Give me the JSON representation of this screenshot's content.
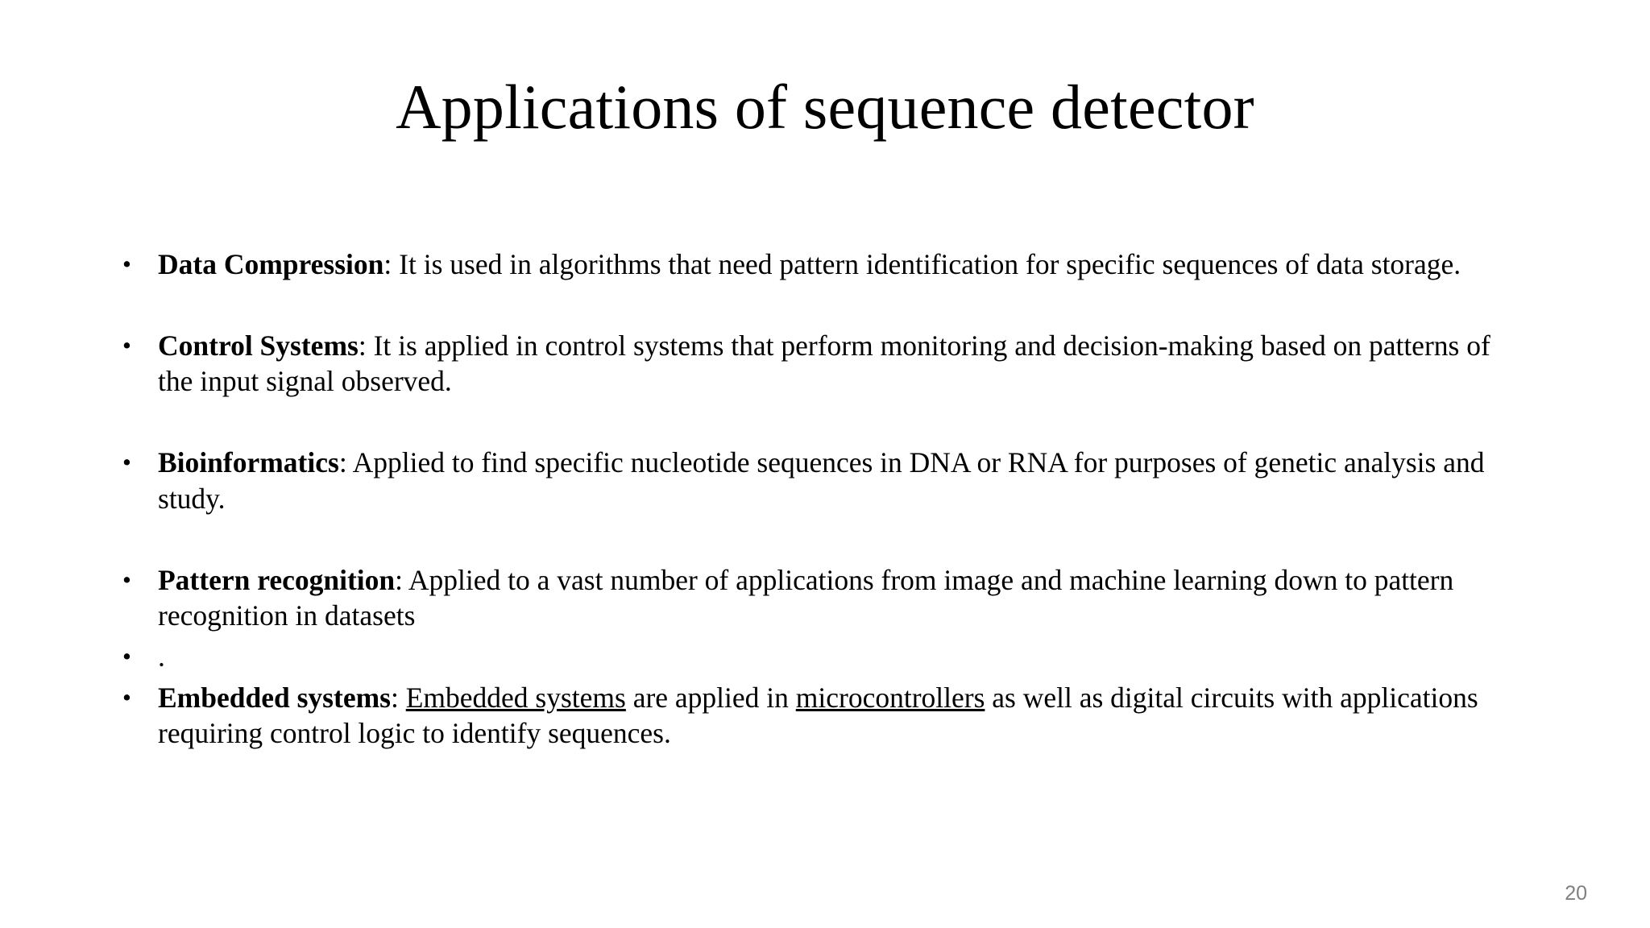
{
  "slide": {
    "title": "Applications of sequence detector",
    "page_number": "20",
    "background_color": "#ffffff",
    "text_color": "#000000",
    "page_number_color": "#7f7f7f",
    "bullet_glyph": "•"
  },
  "bullets": [
    {
      "term": "Data Compression",
      "separator": ": ",
      "body_before": "It is used in algorithms that need pattern identification for specific sequences of data storage.",
      "underline_1": "",
      "body_mid": "",
      "underline_2": "",
      "body_after": "",
      "spacer_after": "large"
    },
    {
      "term": "Control Systems",
      "separator": ": ",
      "body_before": "It is applied in control systems that perform monitoring and decision-making based on patterns of the input signal observed.",
      "underline_1": "",
      "body_mid": "",
      "underline_2": "",
      "body_after": "",
      "spacer_after": "large"
    },
    {
      "term": "Bioinformatics",
      "separator": ": ",
      "body_before": "Applied to find specific nucleotide sequences in DNA or RNA for purposes of genetic analysis and study.",
      "underline_1": "",
      "body_mid": "",
      "underline_2": "",
      "body_after": "",
      "spacer_after": "large"
    },
    {
      "term": "Pattern recognition",
      "separator": ": ",
      "body_before": "Applied to a vast number of applications from image and machine learning down to pattern recognition in datasets",
      "underline_1": "",
      "body_mid": "",
      "underline_2": "",
      "body_after": "",
      "spacer_after": "small"
    },
    {
      "term": "",
      "separator": "",
      "body_before": ".",
      "underline_1": "",
      "body_mid": "",
      "underline_2": "",
      "body_after": "",
      "spacer_after": "small"
    },
    {
      "term": "Embedded systems",
      "separator": ": ",
      "body_before": "",
      "underline_1": "Embedded systems",
      "body_mid": " are applied in ",
      "underline_2": "microcontrollers",
      "body_after": " as well as digital circuits with applications requiring control logic to identify sequences.",
      "spacer_after": "none"
    }
  ]
}
